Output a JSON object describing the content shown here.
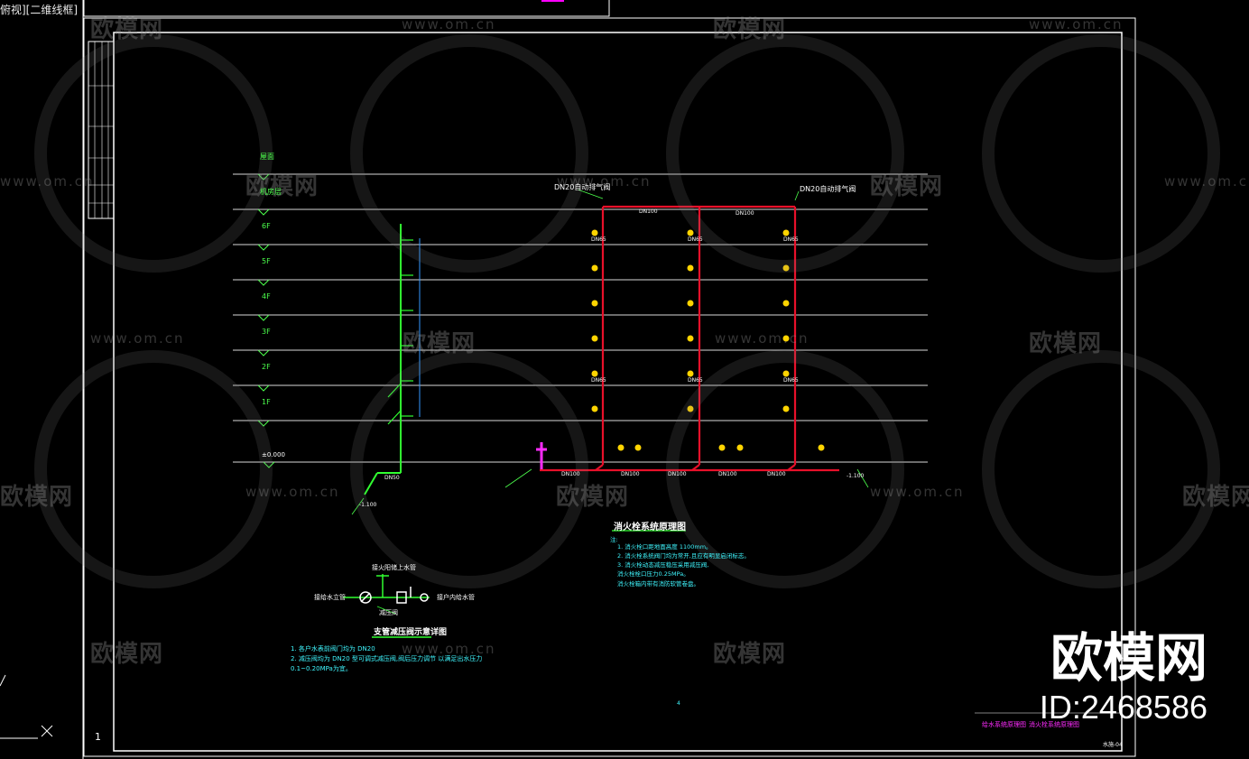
{
  "viewport": {
    "label": "俯视][二维线框]"
  },
  "watermarks": {
    "logo_text": "欧模网",
    "url_text": "www.om.cn"
  },
  "brand": {
    "title": "欧模网",
    "id": "ID:2468586"
  },
  "drawing": {
    "pipe_labels": {
      "top_left": "DN20自动排气阀",
      "top_right": "DN20自动排气阀",
      "dn100": "DN100",
      "dn65": "DN65",
      "dn50": "DN50",
      "sign_left": "-1.100",
      "sign_right": "-1.100"
    },
    "system_title": "消火栓系统原理图",
    "detail_title": "支管减压阀示意详图",
    "detail_labels": {
      "top": "接火阳储上水管",
      "left": "接给水立管",
      "right": "接户内给水管",
      "valve": "减压阀"
    },
    "fire_notes": [
      "注:",
      "1. 消火栓口距地面高度 1100mm。",
      "2. 消火栓系统阀门均为常开,且应有明显启闭标志。",
      "3. 消火栓动态减压稳压采用减压阀,",
      "   消火栓栓口压力0.25MPa。",
      "   消火栓箱内带有消防软管卷盘。"
    ],
    "supply_notes": [
      "1. 各户水表前阀门均为 DN20",
      "2. 减压阀均为 DN20 型可调式减压阀,阀后压力调节 以满足出水压力",
      "   0.1~0.20MPa为宜。"
    ],
    "title_block": {
      "left": "给水系统原理图",
      "right": "消火栓系统原理图",
      "sheet": "水施-04"
    },
    "floor_labels": [
      "屋面",
      "机房层",
      "6F",
      "5F",
      "4F",
      "3F",
      "2F",
      "1F",
      "±0.000"
    ],
    "corner_number": "1",
    "page_marker": "4"
  }
}
